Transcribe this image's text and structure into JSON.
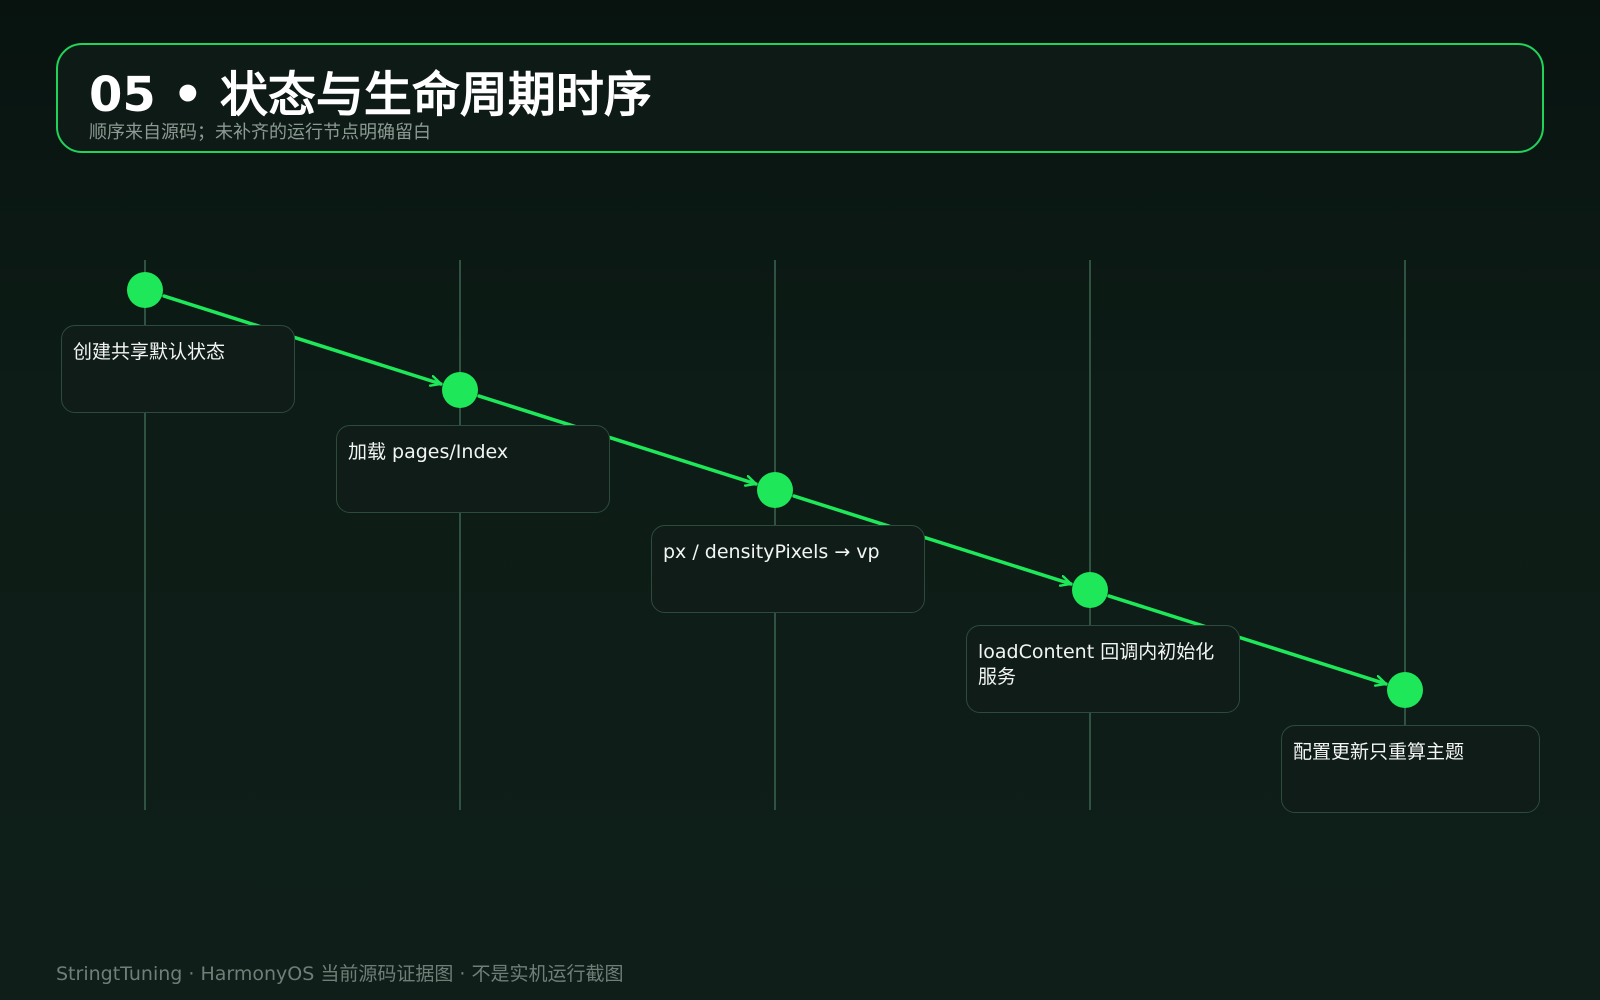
{
  "header": {
    "title": "05 • 状态与生命周期时序",
    "subtitle": "顺序来自源码；未补齐的运行节点明确留白"
  },
  "steps": [
    {
      "label": "创建共享默认状态"
    },
    {
      "label": "加载 pages/Index"
    },
    {
      "label": "px / densityPixels → vp"
    },
    {
      "label": "loadContent 回调内初始化服务"
    },
    {
      "label": "配置更新只重算主题"
    }
  ],
  "footer": {
    "caption": "StringtTuning · HarmonyOS 当前源码证据图 · 不是实机运行截图"
  },
  "colors": {
    "accent": "#1ee85a",
    "lane": "#2f5243",
    "card_border": "#2c4a3d",
    "card_bg": "#101c18"
  }
}
